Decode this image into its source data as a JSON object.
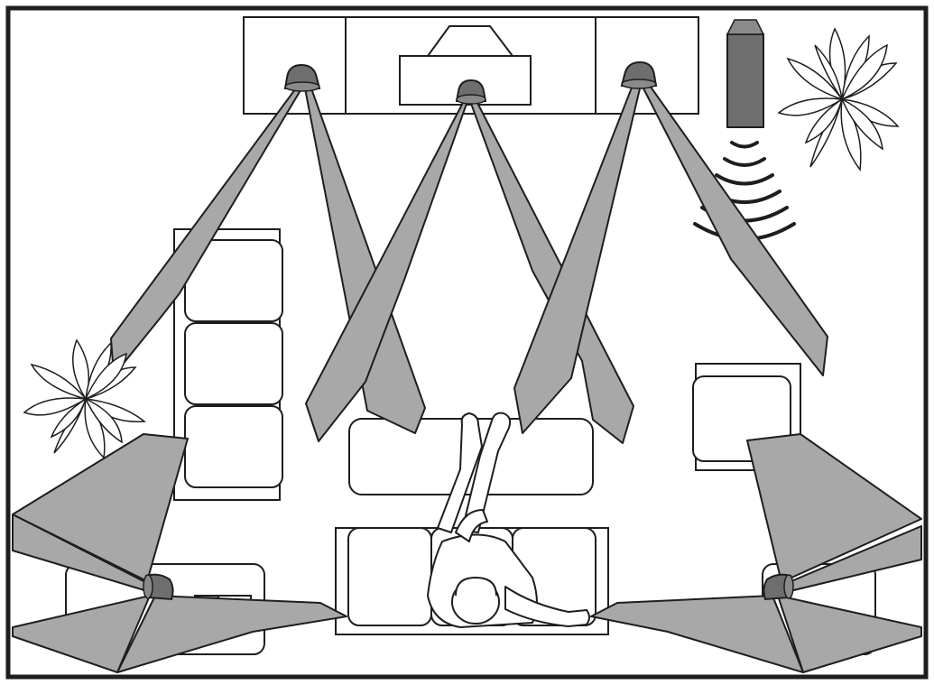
{
  "diagram": {
    "kind": "home-theater-surround-speaker-layout",
    "colors": {
      "outline": "#1e1e1e",
      "beam": "#a8a8a8",
      "speaker": "#6e6e6e",
      "background": "#ffffff"
    },
    "front_speakers": [
      "front-left-speaker",
      "center-speaker",
      "front-right-speaker"
    ],
    "rear_speakers": [
      "rear-left-speaker",
      "rear-right-speaker"
    ],
    "subwoofer": "subwoofer-tower",
    "plants": [
      "plant-top-right",
      "plant-left"
    ],
    "listener": "listener-seated-on-sofa"
  }
}
